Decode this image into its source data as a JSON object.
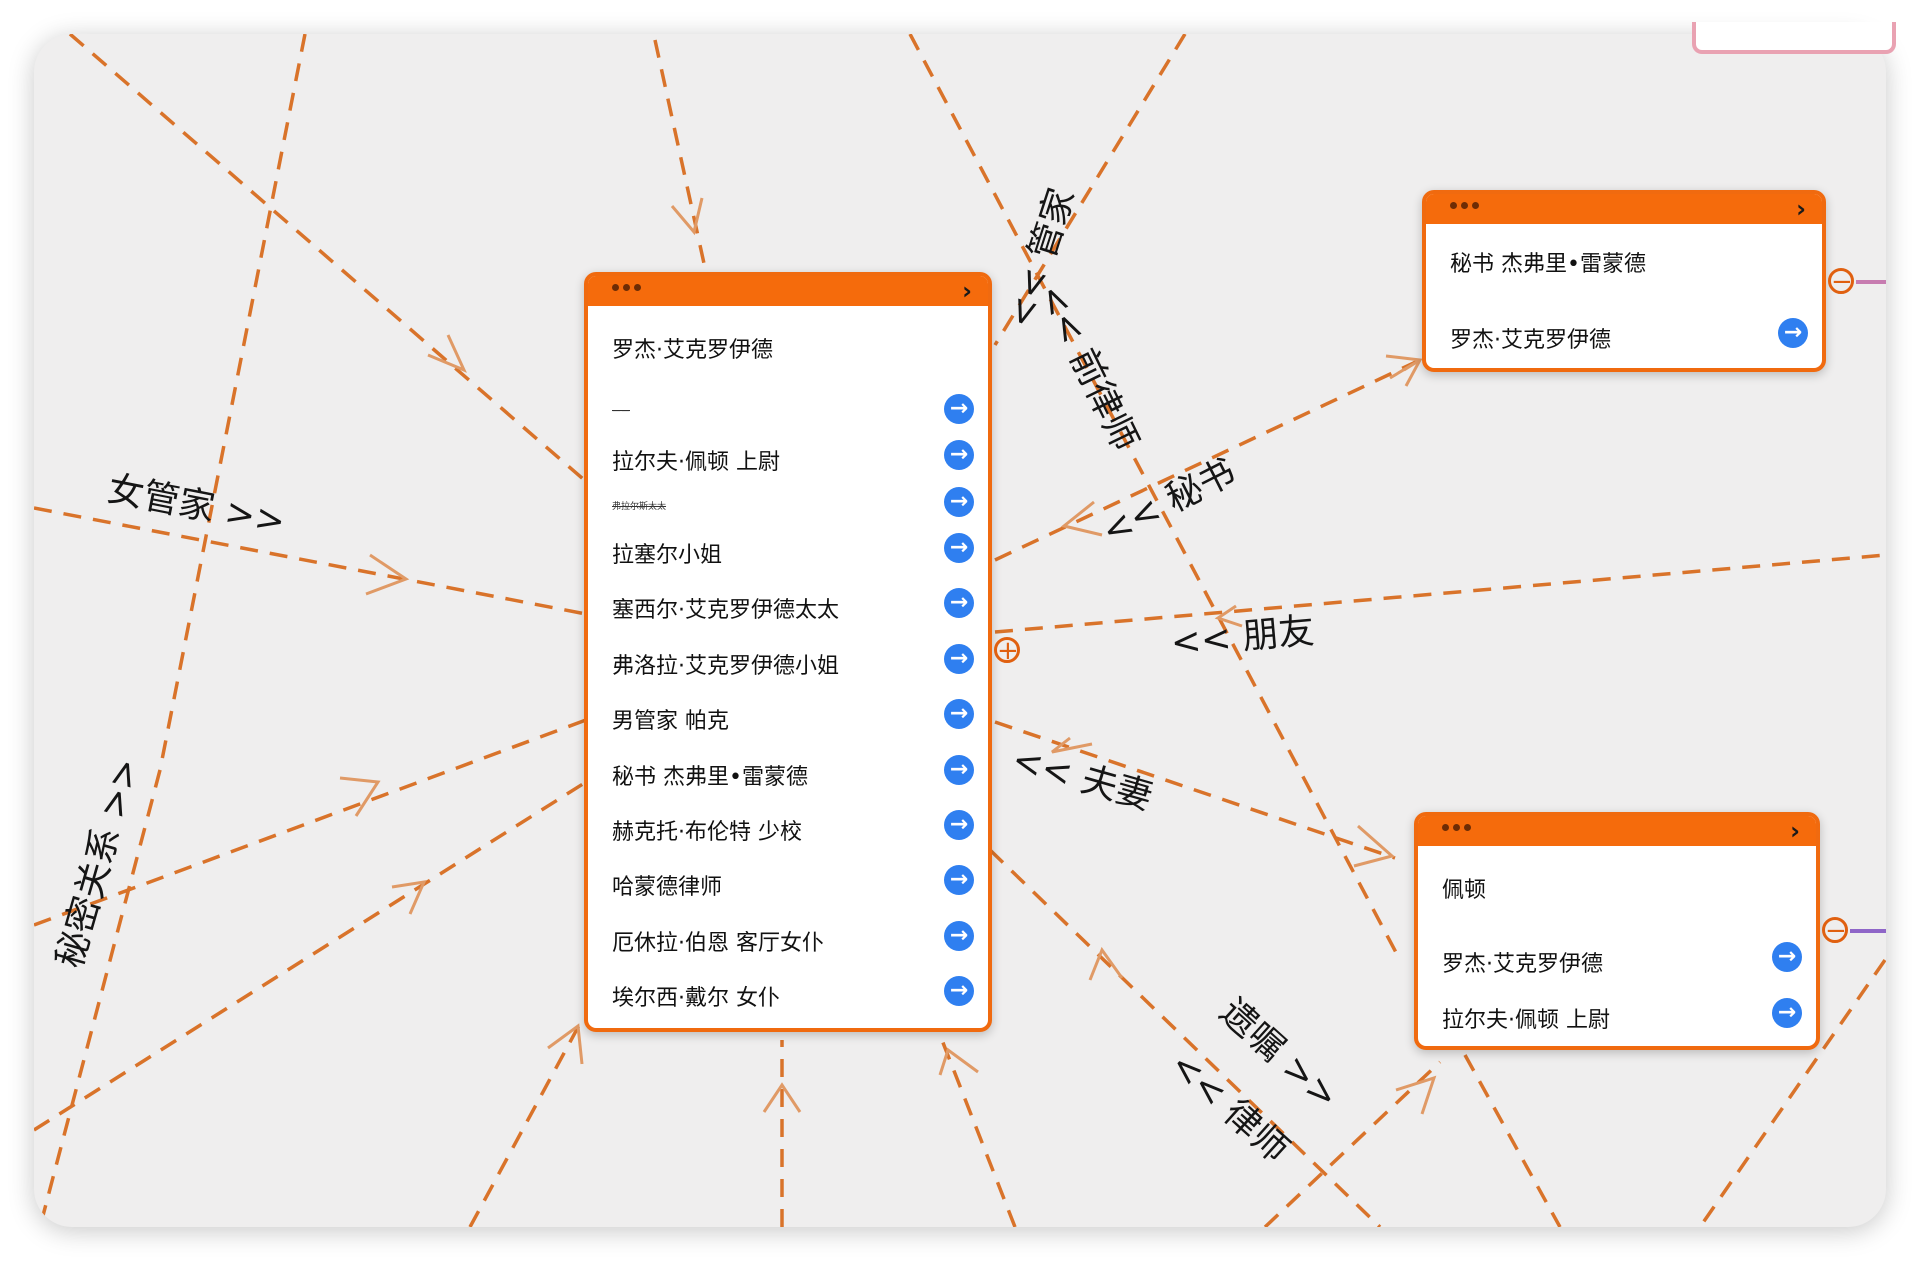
{
  "nodes": {
    "main": {
      "title": "罗杰·艾克罗伊德",
      "items": [
        "——",
        "拉尔夫·佩顿 上尉",
        "弗拉尔斯太太",
        "拉塞尔小姐",
        "塞西尔·艾克罗伊德太太",
        "弗洛拉·艾克罗伊德小姐",
        "男管家 帕克",
        "秘书 杰弗里•雷蒙德",
        "赫克托·布伦特 少校",
        "哈蒙德律师",
        "厄休拉·伯恩  客厅女仆",
        "埃尔西·戴尔  女仆"
      ],
      "toggle": "+"
    },
    "secretary": {
      "title": "秘书 杰弗里•雷蒙德",
      "items": [
        "罗杰·艾克罗伊德"
      ],
      "toggle": "−"
    },
    "paton": {
      "title": "佩顿",
      "items": [
        "罗杰·艾克罗伊德",
        "拉尔夫·佩顿 上尉"
      ],
      "toggle": "−"
    }
  },
  "edge_labels": {
    "butler": "<< 管家",
    "former_lawyer": "<< 前律师",
    "secretary": "<< 秘书",
    "friend": "<< 朋友",
    "spouse": "<< 夫妻",
    "will": "遗嘱 >>",
    "lawyer": "<< 律师",
    "housekeeper": "女管家 >>",
    "secret": "秘密关系 >>"
  },
  "icons": {
    "chevron": "›",
    "go": "arrow-right-circle-icon"
  },
  "colors": {
    "edge": "#d9732a",
    "node_border": "#f06a0f",
    "header": "#f56b0c",
    "go_button": "#2f7ff0"
  }
}
